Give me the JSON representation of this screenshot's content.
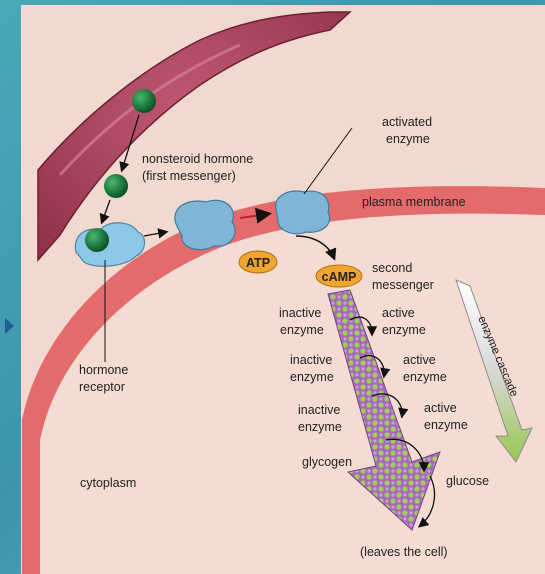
{
  "labels": {
    "nonsteroid_hormone_1": "nonsteroid hormone",
    "nonsteroid_hormone_2": "(first messenger)",
    "activated_enzyme_1": "activated",
    "activated_enzyme_2": "enzyme",
    "plasma_membrane": "plasma membrane",
    "atp": "ATP",
    "camp": "cAMP",
    "second_messenger_1": "second",
    "second_messenger_2": "messenger",
    "hormone_receptor_1": "hormone",
    "hormone_receptor_2": "receptor",
    "inactive_1": "inactive",
    "enzyme_1": "enzyme",
    "active_1": "active",
    "enzyme_2": "enzyme",
    "inactive_2": "inactive",
    "enzyme_3": "enzyme",
    "active_2": "active",
    "enzyme_4": "enzyme",
    "inactive_3": "inactive",
    "enzyme_5": "enzyme",
    "active_3": "active",
    "enzyme_6": "enzyme",
    "enzyme_cascade": "enzyme cascade",
    "glycogen": "glycogen",
    "glucose": "glucose",
    "cytoplasm": "cytoplasm",
    "leaves_the_cell": "(leaves the cell)"
  },
  "colors": {
    "background": "#4aa8b8",
    "panel": "#f2d9cf",
    "blood_vessel": "#9c3a52",
    "membrane": "#e36b6b",
    "cell_interior": "#f5dcd3",
    "hormone": "#1d7a3e",
    "receptor": "#8fc7e6",
    "atp_camp": "#f0a531",
    "cascade_purple": "#a76ab8",
    "cascade_green": "#9fcf55"
  }
}
